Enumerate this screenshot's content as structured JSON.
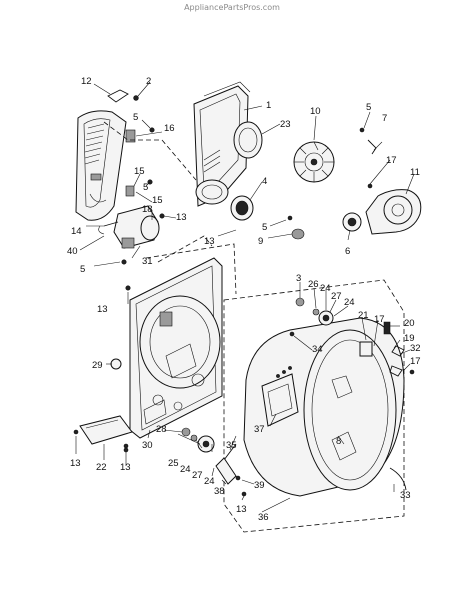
{
  "watermark": "AppliancePartsPros.com",
  "callouts": [
    {
      "id": "c12",
      "text": "12"
    },
    {
      "id": "c2",
      "text": "2"
    },
    {
      "id": "c1",
      "text": "1"
    },
    {
      "id": "c5a",
      "text": "5"
    },
    {
      "id": "c16",
      "text": "16"
    },
    {
      "id": "c23",
      "text": "23"
    },
    {
      "id": "c10",
      "text": "10"
    },
    {
      "id": "c5b",
      "text": "5"
    },
    {
      "id": "c7",
      "text": "7"
    },
    {
      "id": "c17a",
      "text": "17"
    },
    {
      "id": "c11",
      "text": "11"
    },
    {
      "id": "c15a",
      "text": "15"
    },
    {
      "id": "c4",
      "text": "4"
    },
    {
      "id": "c5c",
      "text": "5"
    },
    {
      "id": "c15b",
      "text": "15"
    },
    {
      "id": "c18",
      "text": "18"
    },
    {
      "id": "c13a",
      "text": "13"
    },
    {
      "id": "c14",
      "text": "14"
    },
    {
      "id": "c40",
      "text": "40"
    },
    {
      "id": "c13b",
      "text": "13"
    },
    {
      "id": "c5d",
      "text": "5"
    },
    {
      "id": "c9",
      "text": "9"
    },
    {
      "id": "c6",
      "text": "6"
    },
    {
      "id": "c5e",
      "text": "5"
    },
    {
      "id": "c31",
      "text": "31"
    },
    {
      "id": "c3",
      "text": "3"
    },
    {
      "id": "c26",
      "text": "26"
    },
    {
      "id": "c24a",
      "text": "24"
    },
    {
      "id": "c27a",
      "text": "27"
    },
    {
      "id": "c24b",
      "text": "24"
    },
    {
      "id": "c13c",
      "text": "13"
    },
    {
      "id": "c21",
      "text": "21"
    },
    {
      "id": "c20",
      "text": "20"
    },
    {
      "id": "c17b",
      "text": "17"
    },
    {
      "id": "c19",
      "text": "19"
    },
    {
      "id": "c34",
      "text": "34"
    },
    {
      "id": "c32",
      "text": "32"
    },
    {
      "id": "c17c",
      "text": "17"
    },
    {
      "id": "c29",
      "text": "29"
    },
    {
      "id": "c37",
      "text": "37"
    },
    {
      "id": "c8",
      "text": "8"
    },
    {
      "id": "c35",
      "text": "35"
    },
    {
      "id": "c28",
      "text": "28"
    },
    {
      "id": "c25",
      "text": "25"
    },
    {
      "id": "c24c",
      "text": "24"
    },
    {
      "id": "c27b",
      "text": "27"
    },
    {
      "id": "c30",
      "text": "30"
    },
    {
      "id": "c13d",
      "text": "13"
    },
    {
      "id": "c22",
      "text": "22"
    },
    {
      "id": "c13e",
      "text": "13"
    },
    {
      "id": "c24d",
      "text": "24"
    },
    {
      "id": "c38",
      "text": "38"
    },
    {
      "id": "c39",
      "text": "39"
    },
    {
      "id": "c33",
      "text": "33"
    },
    {
      "id": "c13f",
      "text": "13"
    },
    {
      "id": "c36",
      "text": "36"
    }
  ]
}
